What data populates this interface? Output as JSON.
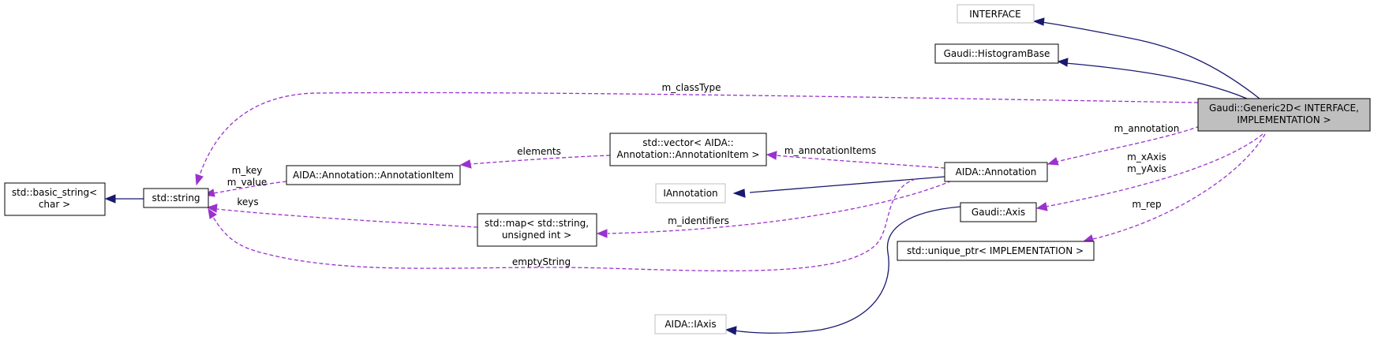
{
  "nodes": {
    "generic2d": [
      "Gaudi::Generic2D< INTERFACE,",
      "IMPLEMENTATION >"
    ],
    "interface": [
      "INTERFACE"
    ],
    "histogram_base": [
      "Gaudi::HistogramBase"
    ],
    "basic_string": [
      "std::basic_string<",
      "char >"
    ],
    "std_string": [
      "std::string"
    ],
    "annotation_item": [
      "AIDA::Annotation::AnnotationItem"
    ],
    "vector": [
      "std::vector< AIDA::",
      "Annotation::AnnotationItem >"
    ],
    "iannotation": [
      "IAnnotation"
    ],
    "annotation": [
      "AIDA::Annotation"
    ],
    "map": [
      "std::map< std::string,",
      "unsigned int >"
    ],
    "axis": [
      "Gaudi::Axis"
    ],
    "unique_ptr": [
      "std::unique_ptr< IMPLEMENTATION >"
    ],
    "iaxis": [
      "AIDA::IAxis"
    ]
  },
  "edge_labels": {
    "m_classType": "m_classType",
    "m_annotation": "m_annotation",
    "elements": "elements",
    "m_annotationItems": "m_annotationItems",
    "m_key": "m_key",
    "m_value": "m_value",
    "keys": "keys",
    "m_identifiers": "m_identifiers",
    "emptyString": "emptyString",
    "m_xAxis": "m_xAxis",
    "m_yAxis": "m_yAxis",
    "m_rep": "m_rep"
  },
  "colors": {
    "inheritance": "#191970",
    "usage": "#9a32cd",
    "focus_fill": "#bfbfbf",
    "external_border": "#bfbfbf"
  }
}
